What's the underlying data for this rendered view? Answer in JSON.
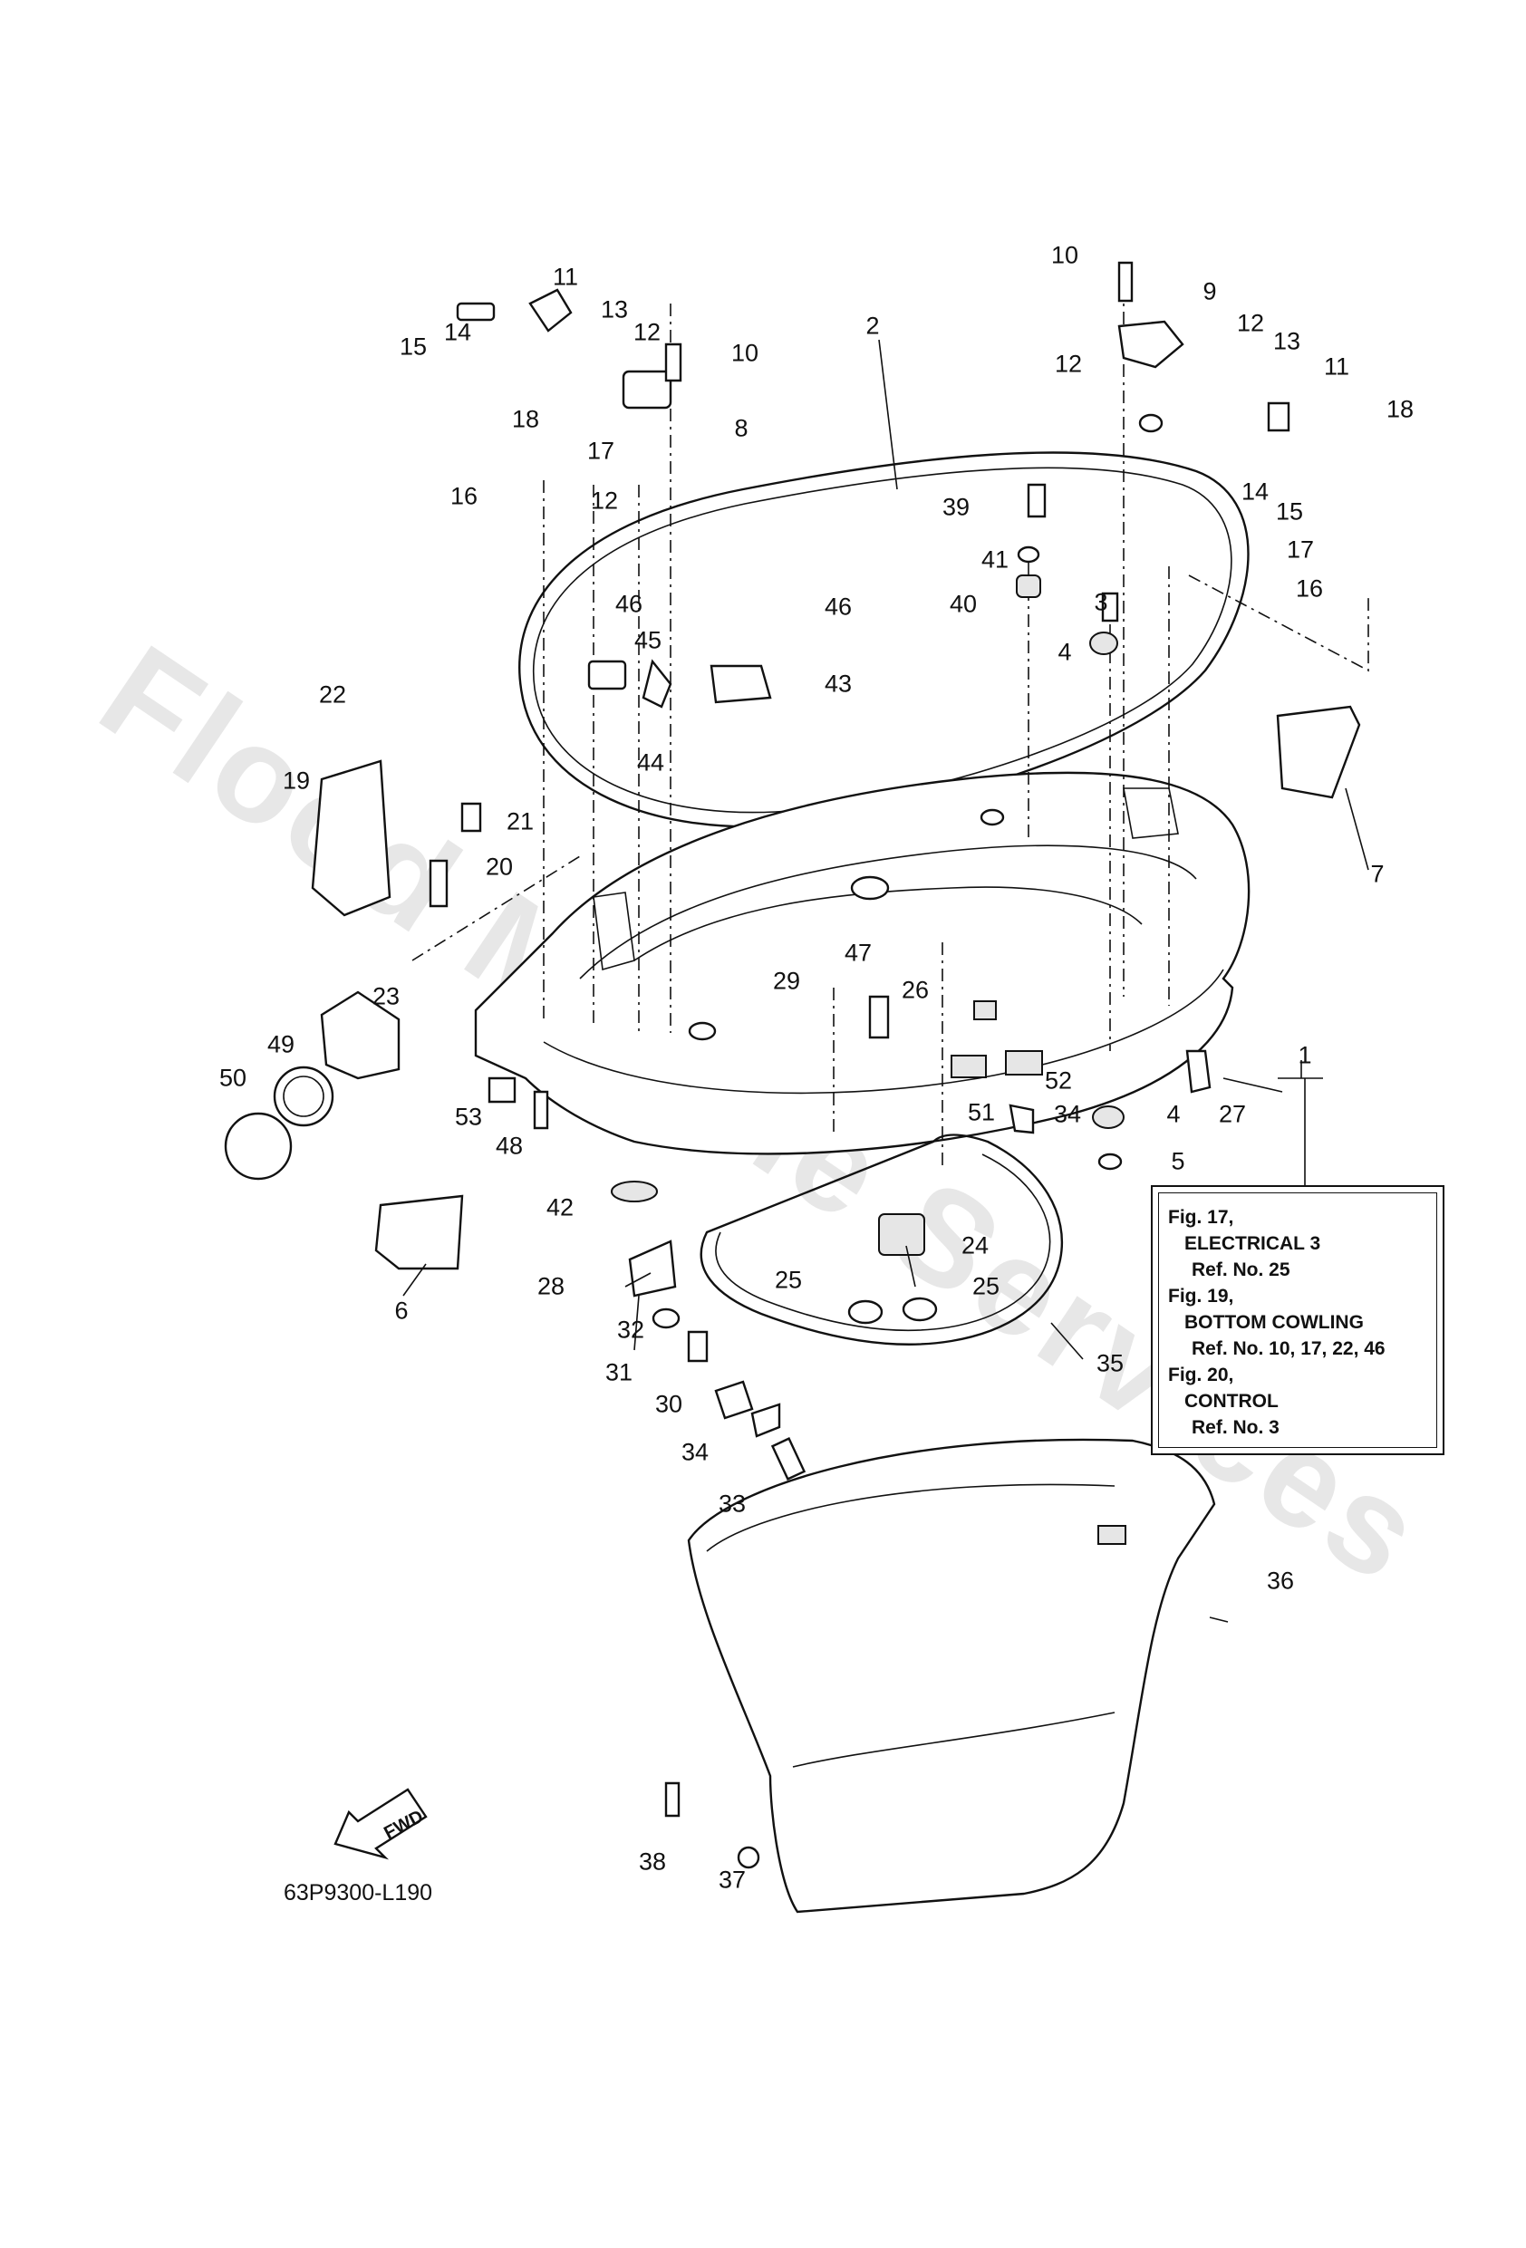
{
  "watermark": "Flood Marine Services",
  "callouts": [
    {
      "id": "c1",
      "text": "1"
    },
    {
      "id": "c2",
      "text": "2"
    },
    {
      "id": "c3",
      "text": "3"
    },
    {
      "id": "c4a",
      "text": "4"
    },
    {
      "id": "c4b",
      "text": "4"
    },
    {
      "id": "c5",
      "text": "5"
    },
    {
      "id": "c6",
      "text": "6"
    },
    {
      "id": "c7",
      "text": "7"
    },
    {
      "id": "c8",
      "text": "8"
    },
    {
      "id": "c9",
      "text": "9"
    },
    {
      "id": "c10a",
      "text": "10"
    },
    {
      "id": "c10b",
      "text": "10"
    },
    {
      "id": "c11a",
      "text": "11"
    },
    {
      "id": "c11b",
      "text": "11"
    },
    {
      "id": "c12a",
      "text": "12"
    },
    {
      "id": "c12b",
      "text": "12"
    },
    {
      "id": "c12c",
      "text": "12"
    },
    {
      "id": "c12d",
      "text": "12"
    },
    {
      "id": "c13a",
      "text": "13"
    },
    {
      "id": "c13b",
      "text": "13"
    },
    {
      "id": "c14a",
      "text": "14"
    },
    {
      "id": "c14b",
      "text": "14"
    },
    {
      "id": "c15a",
      "text": "15"
    },
    {
      "id": "c15b",
      "text": "15"
    },
    {
      "id": "c16a",
      "text": "16"
    },
    {
      "id": "c16b",
      "text": "16"
    },
    {
      "id": "c17a",
      "text": "17"
    },
    {
      "id": "c17b",
      "text": "17"
    },
    {
      "id": "c18a",
      "text": "18"
    },
    {
      "id": "c18b",
      "text": "18"
    },
    {
      "id": "c19",
      "text": "19"
    },
    {
      "id": "c20",
      "text": "20"
    },
    {
      "id": "c21",
      "text": "21"
    },
    {
      "id": "c22",
      "text": "22"
    },
    {
      "id": "c23",
      "text": "23"
    },
    {
      "id": "c24",
      "text": "24"
    },
    {
      "id": "c25a",
      "text": "25"
    },
    {
      "id": "c25b",
      "text": "25"
    },
    {
      "id": "c26",
      "text": "26"
    },
    {
      "id": "c27",
      "text": "27"
    },
    {
      "id": "c28",
      "text": "28"
    },
    {
      "id": "c29",
      "text": "29"
    },
    {
      "id": "c30",
      "text": "30"
    },
    {
      "id": "c31",
      "text": "31"
    },
    {
      "id": "c32",
      "text": "32"
    },
    {
      "id": "c33",
      "text": "33"
    },
    {
      "id": "c34a",
      "text": "34"
    },
    {
      "id": "c34b",
      "text": "34"
    },
    {
      "id": "c35",
      "text": "35"
    },
    {
      "id": "c36",
      "text": "36"
    },
    {
      "id": "c37",
      "text": "37"
    },
    {
      "id": "c38",
      "text": "38"
    },
    {
      "id": "c39",
      "text": "39"
    },
    {
      "id": "c40",
      "text": "40"
    },
    {
      "id": "c41",
      "text": "41"
    },
    {
      "id": "c42",
      "text": "42"
    },
    {
      "id": "c43",
      "text": "43"
    },
    {
      "id": "c44",
      "text": "44"
    },
    {
      "id": "c45",
      "text": "45"
    },
    {
      "id": "c46a",
      "text": "46"
    },
    {
      "id": "c46b",
      "text": "46"
    },
    {
      "id": "c47",
      "text": "47"
    },
    {
      "id": "c48",
      "text": "48"
    },
    {
      "id": "c49",
      "text": "49"
    },
    {
      "id": "c50",
      "text": "50"
    },
    {
      "id": "c51",
      "text": "51"
    },
    {
      "id": "c52",
      "text": "52"
    },
    {
      "id": "c53",
      "text": "53"
    }
  ],
  "reference_box": {
    "lines": [
      "Fig. 17,",
      "ELECTRICAL 3",
      "Ref. No. 25",
      "Fig. 19,",
      "BOTTOM COWLING",
      "Ref. No. 10, 17, 22, 46",
      "Fig. 20,",
      "CONTROL",
      "Ref. No. 3"
    ]
  },
  "fwd_arrow_label": "FWD",
  "diagram_code": "63P9300-L190"
}
